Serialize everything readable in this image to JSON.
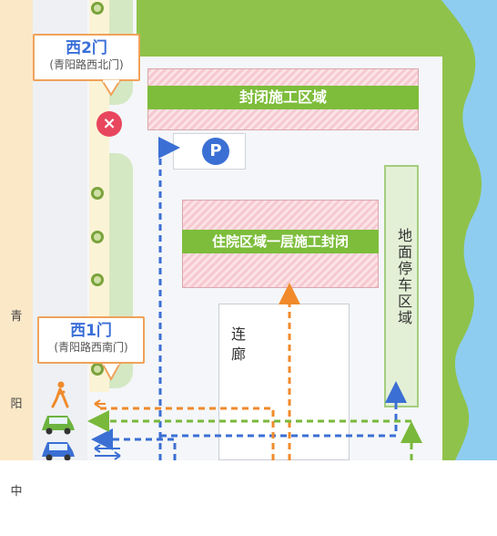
{
  "road": {
    "name_chars": [
      "青",
      "阳",
      "中"
    ]
  },
  "gates": [
    {
      "title": "西2门",
      "subtitle": "(青阳路西北门)",
      "status": "closed"
    },
    {
      "title": "西1门",
      "subtitle": "(青阳路西南门)",
      "status": "open"
    }
  ],
  "zones": {
    "construction_top": "封闭施工区域",
    "inpatient": "住院区域一层施工封闭",
    "corridor": "连廊",
    "parking_strip": "地面停车区域"
  },
  "parking": {
    "symbol": "P"
  },
  "legend_icons": [
    "pedestrian-icon",
    "green-car-icon",
    "blue-car-icon"
  ],
  "colors": {
    "orange_route": "#f08a2b",
    "blue_route": "#3b6fd4",
    "green_route": "#79b83a",
    "hatch": "#f6c9cf",
    "river": "#8ecdf0",
    "grass": "#8fc24b"
  }
}
